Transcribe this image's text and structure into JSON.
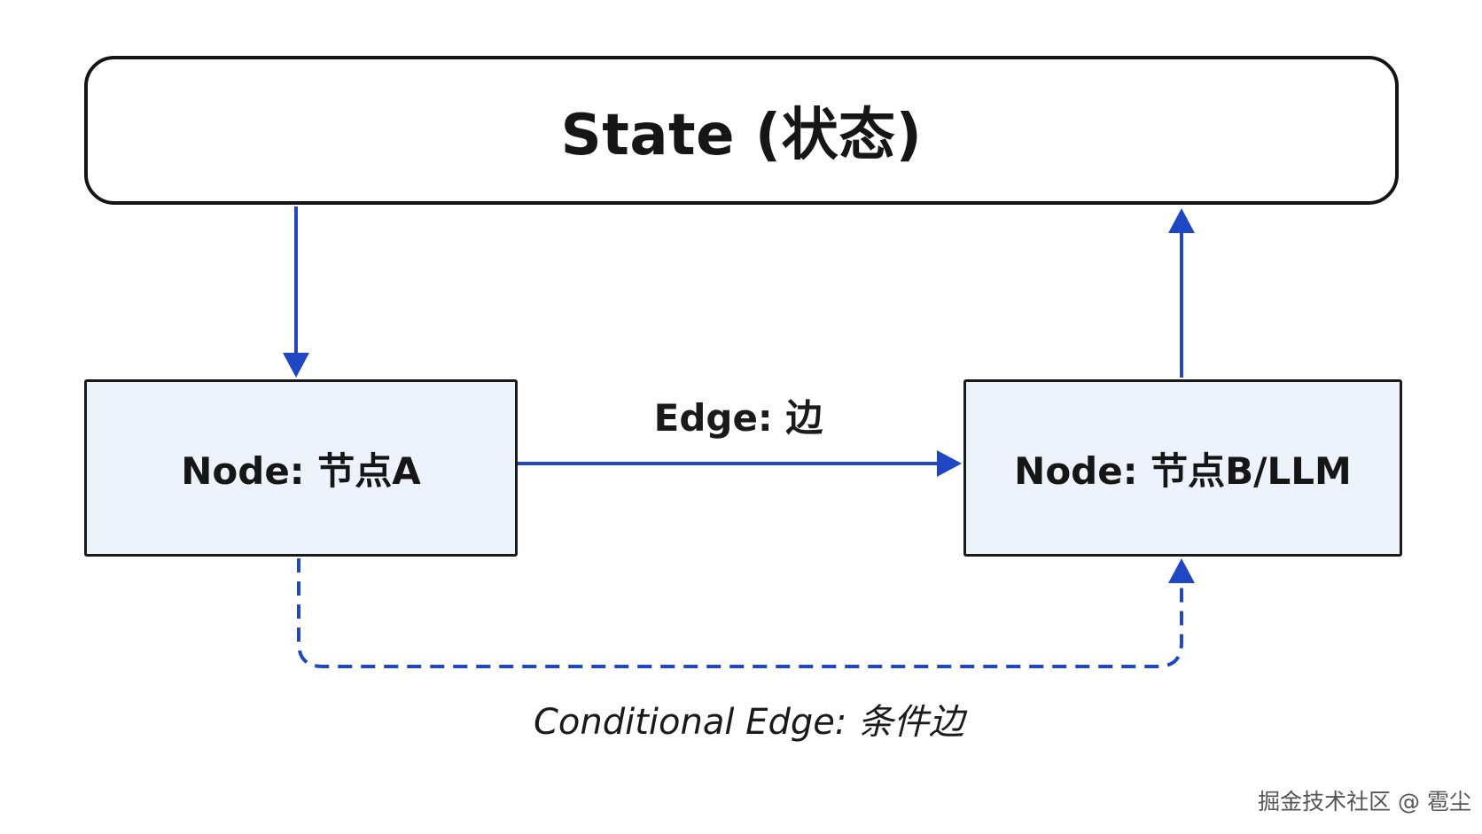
{
  "state": {
    "label": "State (状态)"
  },
  "nodes": {
    "a": {
      "label": "Node: 节点A"
    },
    "b": {
      "label": "Node: 节点B/LLM"
    }
  },
  "edges": {
    "edge_label": "Edge: 边",
    "conditional_label": "Conditional Edge: 条件边"
  },
  "watermark": "掘金技术社区 @ 雹尘",
  "colors": {
    "edge": "#1f47c4",
    "node_fill": "#edf2fb",
    "border": "#141414"
  }
}
